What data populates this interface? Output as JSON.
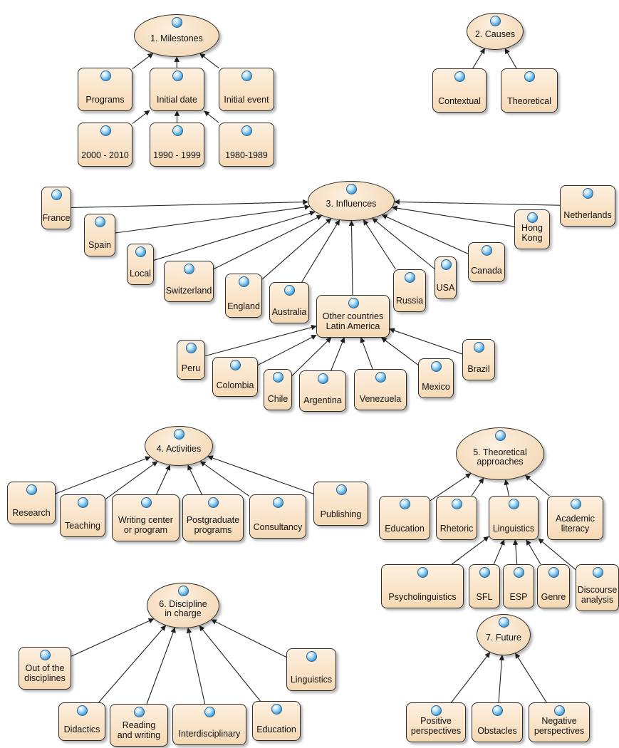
{
  "colors": {
    "node_fill_top": "#fdf0df",
    "node_fill_bottom": "#f6d9b5",
    "edge": "#222222",
    "ball": "#3a9ad8"
  },
  "groups": [
    {
      "id": "g1",
      "root": {
        "id": "milestones",
        "label": "1. Milestones",
        "icon": "blue-ball-icon"
      },
      "children": [
        {
          "id": "programs",
          "label": "Programs",
          "icon": "blue-ball-icon"
        },
        {
          "id": "initial-date",
          "label": "Initial date",
          "icon": "blue-ball-icon"
        },
        {
          "id": "initial-event",
          "label": "Initial event",
          "icon": "blue-ball-icon"
        }
      ],
      "subchildren": [
        {
          "id": "y2000",
          "label": "2000 - 2010",
          "icon": "blue-ball-icon"
        },
        {
          "id": "y1990",
          "label": "1990 - 1999",
          "icon": "blue-ball-icon"
        },
        {
          "id": "y1980",
          "label": "1980-1989",
          "icon": "blue-ball-icon"
        }
      ]
    },
    {
      "id": "g2",
      "root": {
        "id": "causes",
        "label": "2. Causes",
        "icon": "blue-ball-icon"
      },
      "children": [
        {
          "id": "contextual",
          "label": "Contextual",
          "icon": "blue-ball-icon"
        },
        {
          "id": "theoretical",
          "label": "Theoretical",
          "icon": "blue-ball-icon"
        }
      ]
    },
    {
      "id": "g3",
      "root": {
        "id": "influences",
        "label": "3. Influences",
        "icon": "blue-ball-icon"
      },
      "children": [
        {
          "id": "france",
          "label": "France",
          "icon": "blue-ball-icon"
        },
        {
          "id": "spain",
          "label": "Spain",
          "icon": "blue-ball-icon"
        },
        {
          "id": "local",
          "label": "Local",
          "icon": "blue-ball-icon"
        },
        {
          "id": "switzerland",
          "label": "Switzerland",
          "icon": "blue-ball-icon"
        },
        {
          "id": "england",
          "label": "England",
          "icon": "blue-ball-icon"
        },
        {
          "id": "australia",
          "label": "Australia",
          "icon": "blue-ball-icon"
        },
        {
          "id": "other-latam",
          "label": "Other countries\nLatin America",
          "icon": "blue-ball-icon"
        },
        {
          "id": "russia",
          "label": "Russia",
          "icon": "blue-ball-icon"
        },
        {
          "id": "usa",
          "label": "USA",
          "icon": "blue-ball-icon"
        },
        {
          "id": "canada",
          "label": "Canada",
          "icon": "blue-ball-icon"
        },
        {
          "id": "hongkong",
          "label": "Hong\nKong",
          "icon": "blue-ball-icon"
        },
        {
          "id": "netherlands",
          "label": "Netherlands",
          "icon": "blue-ball-icon"
        }
      ],
      "subchildren": [
        {
          "id": "peru",
          "label": "Peru",
          "icon": "blue-ball-icon"
        },
        {
          "id": "colombia",
          "label": "Colombia",
          "icon": "blue-ball-icon"
        },
        {
          "id": "chile",
          "label": "Chile",
          "icon": "blue-ball-icon"
        },
        {
          "id": "argentina",
          "label": "Argentina",
          "icon": "blue-ball-icon"
        },
        {
          "id": "venezuela",
          "label": "Venezuela",
          "icon": "blue-ball-icon"
        },
        {
          "id": "mexico",
          "label": "Mexico",
          "icon": "blue-ball-icon"
        },
        {
          "id": "brazil",
          "label": "Brazil",
          "icon": "blue-ball-icon"
        }
      ]
    },
    {
      "id": "g4",
      "root": {
        "id": "activities",
        "label": "4. Activities",
        "icon": "blue-ball-icon"
      },
      "children": [
        {
          "id": "research",
          "label": "Research",
          "icon": "blue-ball-icon"
        },
        {
          "id": "teaching",
          "label": "Teaching",
          "icon": "blue-ball-icon"
        },
        {
          "id": "writing-center",
          "label": "Writing center\nor program",
          "icon": "blue-ball-icon"
        },
        {
          "id": "postgraduate",
          "label": "Postgraduate\nprograms",
          "icon": "blue-ball-icon"
        },
        {
          "id": "consultancy",
          "label": "Consultancy",
          "icon": "blue-ball-icon"
        },
        {
          "id": "publishing",
          "label": "Publishing",
          "icon": "blue-ball-icon"
        }
      ]
    },
    {
      "id": "g5",
      "root": {
        "id": "theoretical-approaches",
        "label": "5. Theoretical\napproaches",
        "icon": "blue-ball-icon"
      },
      "children": [
        {
          "id": "education5",
          "label": "Education",
          "icon": "blue-ball-icon"
        },
        {
          "id": "rhetoric",
          "label": "Rhetoric",
          "icon": "blue-ball-icon"
        },
        {
          "id": "linguistics5",
          "label": "Linguistics",
          "icon": "blue-ball-icon"
        },
        {
          "id": "academic-literacy",
          "label": "Academic\nliteracy",
          "icon": "blue-ball-icon"
        }
      ],
      "subchildren": [
        {
          "id": "psycholinguistics",
          "label": "Psycholinguistics",
          "icon": "blue-ball-icon"
        },
        {
          "id": "sfl",
          "label": "SFL",
          "icon": "blue-ball-icon"
        },
        {
          "id": "esp",
          "label": "ESP",
          "icon": "blue-ball-icon"
        },
        {
          "id": "genre",
          "label": "Genre",
          "icon": "blue-ball-icon"
        },
        {
          "id": "discourse-analysis",
          "label": "Discourse\nanalysis",
          "icon": "blue-ball-icon"
        }
      ]
    },
    {
      "id": "g6",
      "root": {
        "id": "discipline",
        "label": "6. Discipline\nin charge",
        "icon": "blue-ball-icon"
      },
      "children": [
        {
          "id": "out-of-disciplines",
          "label": "Out of the\ndisciplines",
          "icon": "blue-ball-icon"
        },
        {
          "id": "didactics",
          "label": "Didactics",
          "icon": "blue-ball-icon"
        },
        {
          "id": "reading-writing",
          "label": "Reading\nand writing",
          "icon": "blue-ball-icon"
        },
        {
          "id": "interdisciplinary",
          "label": "Interdisciplinary",
          "icon": "blue-ball-icon"
        },
        {
          "id": "education6",
          "label": "Education",
          "icon": "blue-ball-icon"
        },
        {
          "id": "linguistics6",
          "label": "Linguistics",
          "icon": "blue-ball-icon"
        }
      ]
    },
    {
      "id": "g7",
      "root": {
        "id": "future",
        "label": "7. Future",
        "icon": "blue-ball-icon"
      },
      "children": [
        {
          "id": "positive",
          "label": "Positive\nperspectives",
          "icon": "blue-ball-icon"
        },
        {
          "id": "obstacles",
          "label": "Obstacles",
          "icon": "blue-ball-icon"
        },
        {
          "id": "negative",
          "label": "Negative\nperspectives",
          "icon": "blue-ball-icon"
        }
      ]
    }
  ]
}
